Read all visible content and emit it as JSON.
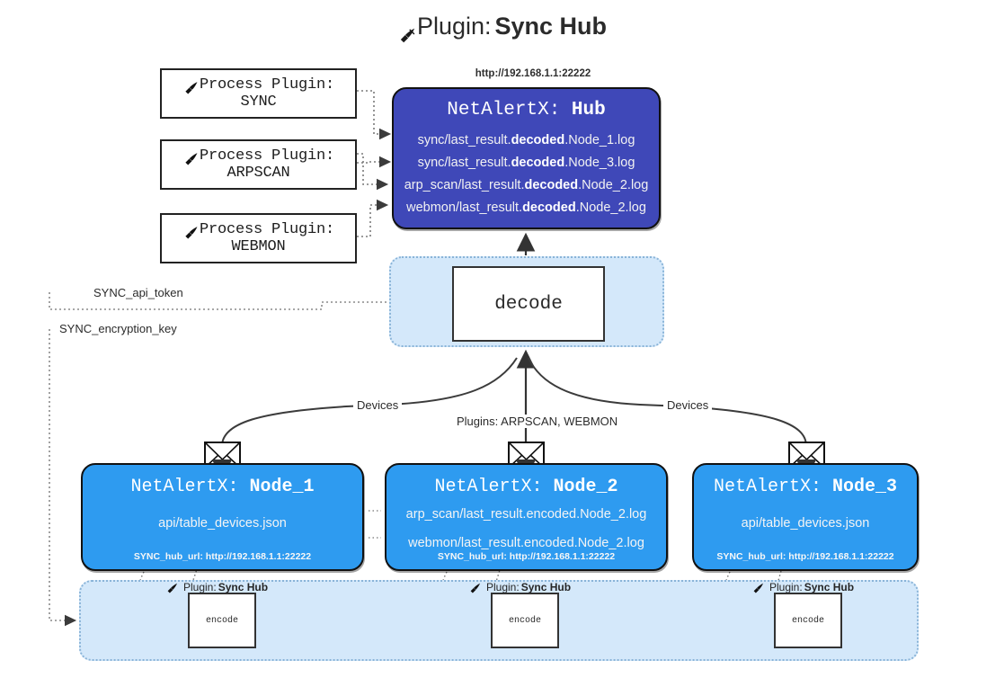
{
  "title": {
    "icon": "plug-icon",
    "label": "Plugin:",
    "name": "Sync Hub"
  },
  "process_plugins": [
    {
      "icon": "plug-icon",
      "line1": "Process Plugin:",
      "line2": "SYNC"
    },
    {
      "icon": "plug-icon",
      "line1": "Process Plugin:",
      "line2": "ARPSCAN"
    },
    {
      "icon": "plug-icon",
      "line1": "Process Plugin:",
      "line2": "WEBMON"
    }
  ],
  "hub": {
    "url": "http://192.168.1.1:22222",
    "title_prefix": "NetAlertX: ",
    "title_name": "Hub",
    "logs": [
      {
        "pre": "sync/last_result.",
        "strong": "decoded",
        "post": ".Node_1.log"
      },
      {
        "pre": "sync/last_result.",
        "strong": "decoded",
        "post": ".Node_3.log"
      },
      {
        "pre": "arp_scan/last_result.",
        "strong": "decoded",
        "post": ".Node_2.log"
      },
      {
        "pre": "webmon/last_result.",
        "strong": "decoded",
        "post": ".Node_2.log"
      }
    ]
  },
  "decode": {
    "label": "decode"
  },
  "secrets": {
    "api_token": "SYNC_api_token",
    "encryption_key": "SYNC_encryption_key"
  },
  "edges": {
    "devices_left": "Devices",
    "devices_right": "Devices",
    "plugins": "Plugins: ARPSCAN, WEBMON"
  },
  "nodes": [
    {
      "title_prefix": "NetAlertX: ",
      "title_name": "Node_1",
      "lines": [
        "api/table_devices.json"
      ],
      "footer": "SYNC_hub_url: http://192.168.1.1:22222",
      "mail_icon": "envelope-icon"
    },
    {
      "title_prefix": "NetAlertX: ",
      "title_name": "Node_2",
      "lines": [
        "arp_scan/last_result.encoded.Node_2.log",
        "webmon/last_result.encoded.Node_2.log"
      ],
      "footer": "SYNC_hub_url: http://192.168.1.1:22222",
      "mail_icon": "envelope-icon"
    },
    {
      "title_prefix": "NetAlertX: ",
      "title_name": "Node_3",
      "lines": [
        "api/table_devices.json"
      ],
      "footer": "SYNC_hub_url: http://192.168.1.1:22222",
      "mail_icon": "envelope-icon"
    }
  ],
  "encoders": [
    {
      "plugin_label": "Plugin:",
      "plugin_name": "Sync Hub",
      "label": "encode",
      "icon": "plug-icon"
    },
    {
      "plugin_label": "Plugin:",
      "plugin_name": "Sync Hub",
      "label": "encode",
      "icon": "plug-icon"
    },
    {
      "plugin_label": "Plugin:",
      "plugin_name": "Sync Hub",
      "label": "encode",
      "icon": "plug-icon"
    }
  ],
  "colors": {
    "hub": "#3f48b8",
    "node": "#2e9bf0",
    "container": "#d4e8fa",
    "container_border": "#8ab4d8",
    "stroke": "#3b3b3b",
    "background": "#ffffff"
  }
}
